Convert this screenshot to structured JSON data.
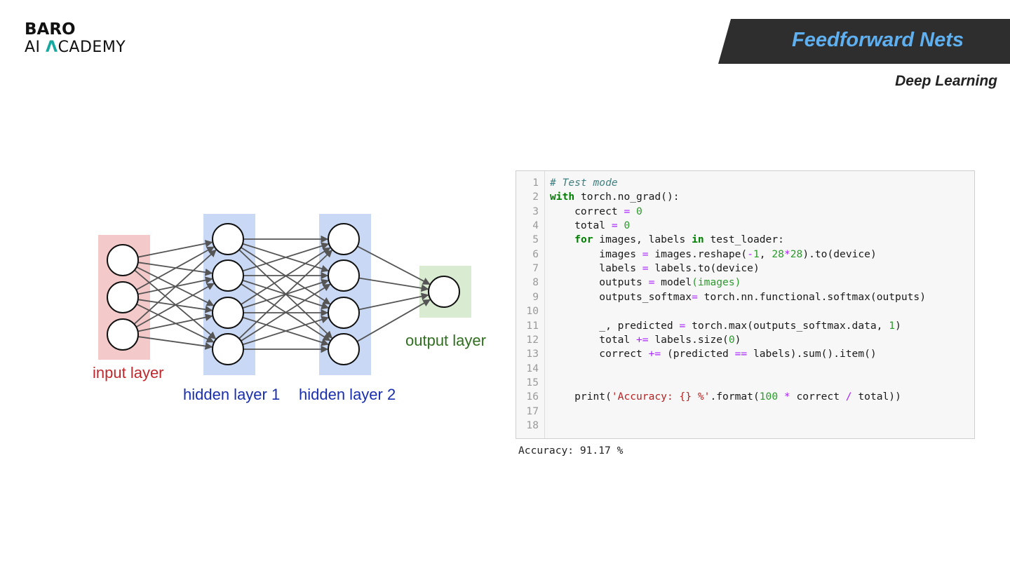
{
  "brand": {
    "line1": "BARO",
    "line2_prefix": "AI ",
    "line2_accent": "Λ",
    "line2_suffix": "CADEMY",
    "accent_color": "#17a8a0"
  },
  "header": {
    "title": "Feedforward Nets",
    "subtitle": "Deep Learning",
    "title_color": "#5fb0f0",
    "banner_color": "#2e2e2e"
  },
  "diagram": {
    "layers": [
      {
        "label": "input layer",
        "label_color": "#c0282d",
        "band_color": "#f4c9c9",
        "nodes": 3
      },
      {
        "label": "hidden layer 1",
        "label_color": "#1a2fb0",
        "band_color": "#c9d9f5",
        "nodes": 4
      },
      {
        "label": "hidden layer 2",
        "label_color": "#1a2fb0",
        "band_color": "#c9d9f5",
        "nodes": 4
      },
      {
        "label": "output layer",
        "label_color": "#2f6f1f",
        "band_color": "#d9ecd2",
        "nodes": 1
      }
    ]
  },
  "code": {
    "lines": [
      {
        "n": "1",
        "tokens": [
          {
            "t": "# Test mode",
            "c": "comment"
          }
        ]
      },
      {
        "n": "2",
        "tokens": [
          {
            "t": "with",
            "c": "keyword"
          },
          {
            "t": " torch.no_grad():",
            "c": "plain"
          }
        ]
      },
      {
        "n": "3",
        "tokens": [
          {
            "t": "    correct ",
            "c": "plain"
          },
          {
            "t": "=",
            "c": "operator"
          },
          {
            "t": " ",
            "c": "plain"
          },
          {
            "t": "0",
            "c": "number"
          }
        ]
      },
      {
        "n": "4",
        "tokens": [
          {
            "t": "    total ",
            "c": "plain"
          },
          {
            "t": "=",
            "c": "operator"
          },
          {
            "t": " ",
            "c": "plain"
          },
          {
            "t": "0",
            "c": "number"
          }
        ]
      },
      {
        "n": "5",
        "tokens": [
          {
            "t": "    ",
            "c": "plain"
          },
          {
            "t": "for",
            "c": "keyword"
          },
          {
            "t": " images, labels ",
            "c": "plain"
          },
          {
            "t": "in",
            "c": "keyword"
          },
          {
            "t": " test_loader:",
            "c": "plain"
          }
        ]
      },
      {
        "n": "6",
        "tokens": [
          {
            "t": "        images ",
            "c": "plain"
          },
          {
            "t": "=",
            "c": "operator"
          },
          {
            "t": " images.reshape(",
            "c": "plain"
          },
          {
            "t": "-",
            "c": "operator"
          },
          {
            "t": "1",
            "c": "number"
          },
          {
            "t": ", ",
            "c": "plain"
          },
          {
            "t": "28",
            "c": "number"
          },
          {
            "t": "*",
            "c": "operator"
          },
          {
            "t": "28",
            "c": "number"
          },
          {
            "t": ").to(device)",
            "c": "plain"
          }
        ]
      },
      {
        "n": "7",
        "tokens": [
          {
            "t": "        labels ",
            "c": "plain"
          },
          {
            "t": "=",
            "c": "operator"
          },
          {
            "t": " labels.to(device)",
            "c": "plain"
          }
        ]
      },
      {
        "n": "8",
        "tokens": [
          {
            "t": "        outputs ",
            "c": "plain"
          },
          {
            "t": "=",
            "c": "operator"
          },
          {
            "t": " model",
            "c": "plain"
          },
          {
            "t": "(images)",
            "c": "paren"
          }
        ]
      },
      {
        "n": "9",
        "tokens": [
          {
            "t": "        outputs_softmax",
            "c": "plain"
          },
          {
            "t": "=",
            "c": "operator"
          },
          {
            "t": " torch.nn.functional.softmax(outputs)",
            "c": "plain"
          }
        ]
      },
      {
        "n": "10",
        "tokens": []
      },
      {
        "n": "11",
        "tokens": [
          {
            "t": "        _, predicted ",
            "c": "plain"
          },
          {
            "t": "=",
            "c": "operator"
          },
          {
            "t": " torch.max(outputs_softmax.data, ",
            "c": "plain"
          },
          {
            "t": "1",
            "c": "number"
          },
          {
            "t": ")",
            "c": "plain"
          }
        ]
      },
      {
        "n": "12",
        "tokens": [
          {
            "t": "        total ",
            "c": "plain"
          },
          {
            "t": "+=",
            "c": "operator"
          },
          {
            "t": " labels.size(",
            "c": "plain"
          },
          {
            "t": "0",
            "c": "number"
          },
          {
            "t": ")",
            "c": "plain"
          }
        ]
      },
      {
        "n": "13",
        "tokens": [
          {
            "t": "        correct ",
            "c": "plain"
          },
          {
            "t": "+=",
            "c": "operator"
          },
          {
            "t": " (predicted ",
            "c": "plain"
          },
          {
            "t": "==",
            "c": "operator"
          },
          {
            "t": " labels).sum().item()",
            "c": "plain"
          }
        ]
      },
      {
        "n": "14",
        "tokens": []
      },
      {
        "n": "15",
        "tokens": []
      },
      {
        "n": "16",
        "tokens": [
          {
            "t": "    print(",
            "c": "plain"
          },
          {
            "t": "'Accuracy: {} %'",
            "c": "string"
          },
          {
            "t": ".format(",
            "c": "plain"
          },
          {
            "t": "100",
            "c": "number"
          },
          {
            "t": " ",
            "c": "plain"
          },
          {
            "t": "*",
            "c": "operator"
          },
          {
            "t": " correct ",
            "c": "plain"
          },
          {
            "t": "/",
            "c": "operator"
          },
          {
            "t": " total))",
            "c": "plain"
          }
        ]
      },
      {
        "n": "17",
        "tokens": []
      },
      {
        "n": "18",
        "tokens": []
      }
    ]
  },
  "output": {
    "text": "Accuracy: 91.17 %"
  }
}
